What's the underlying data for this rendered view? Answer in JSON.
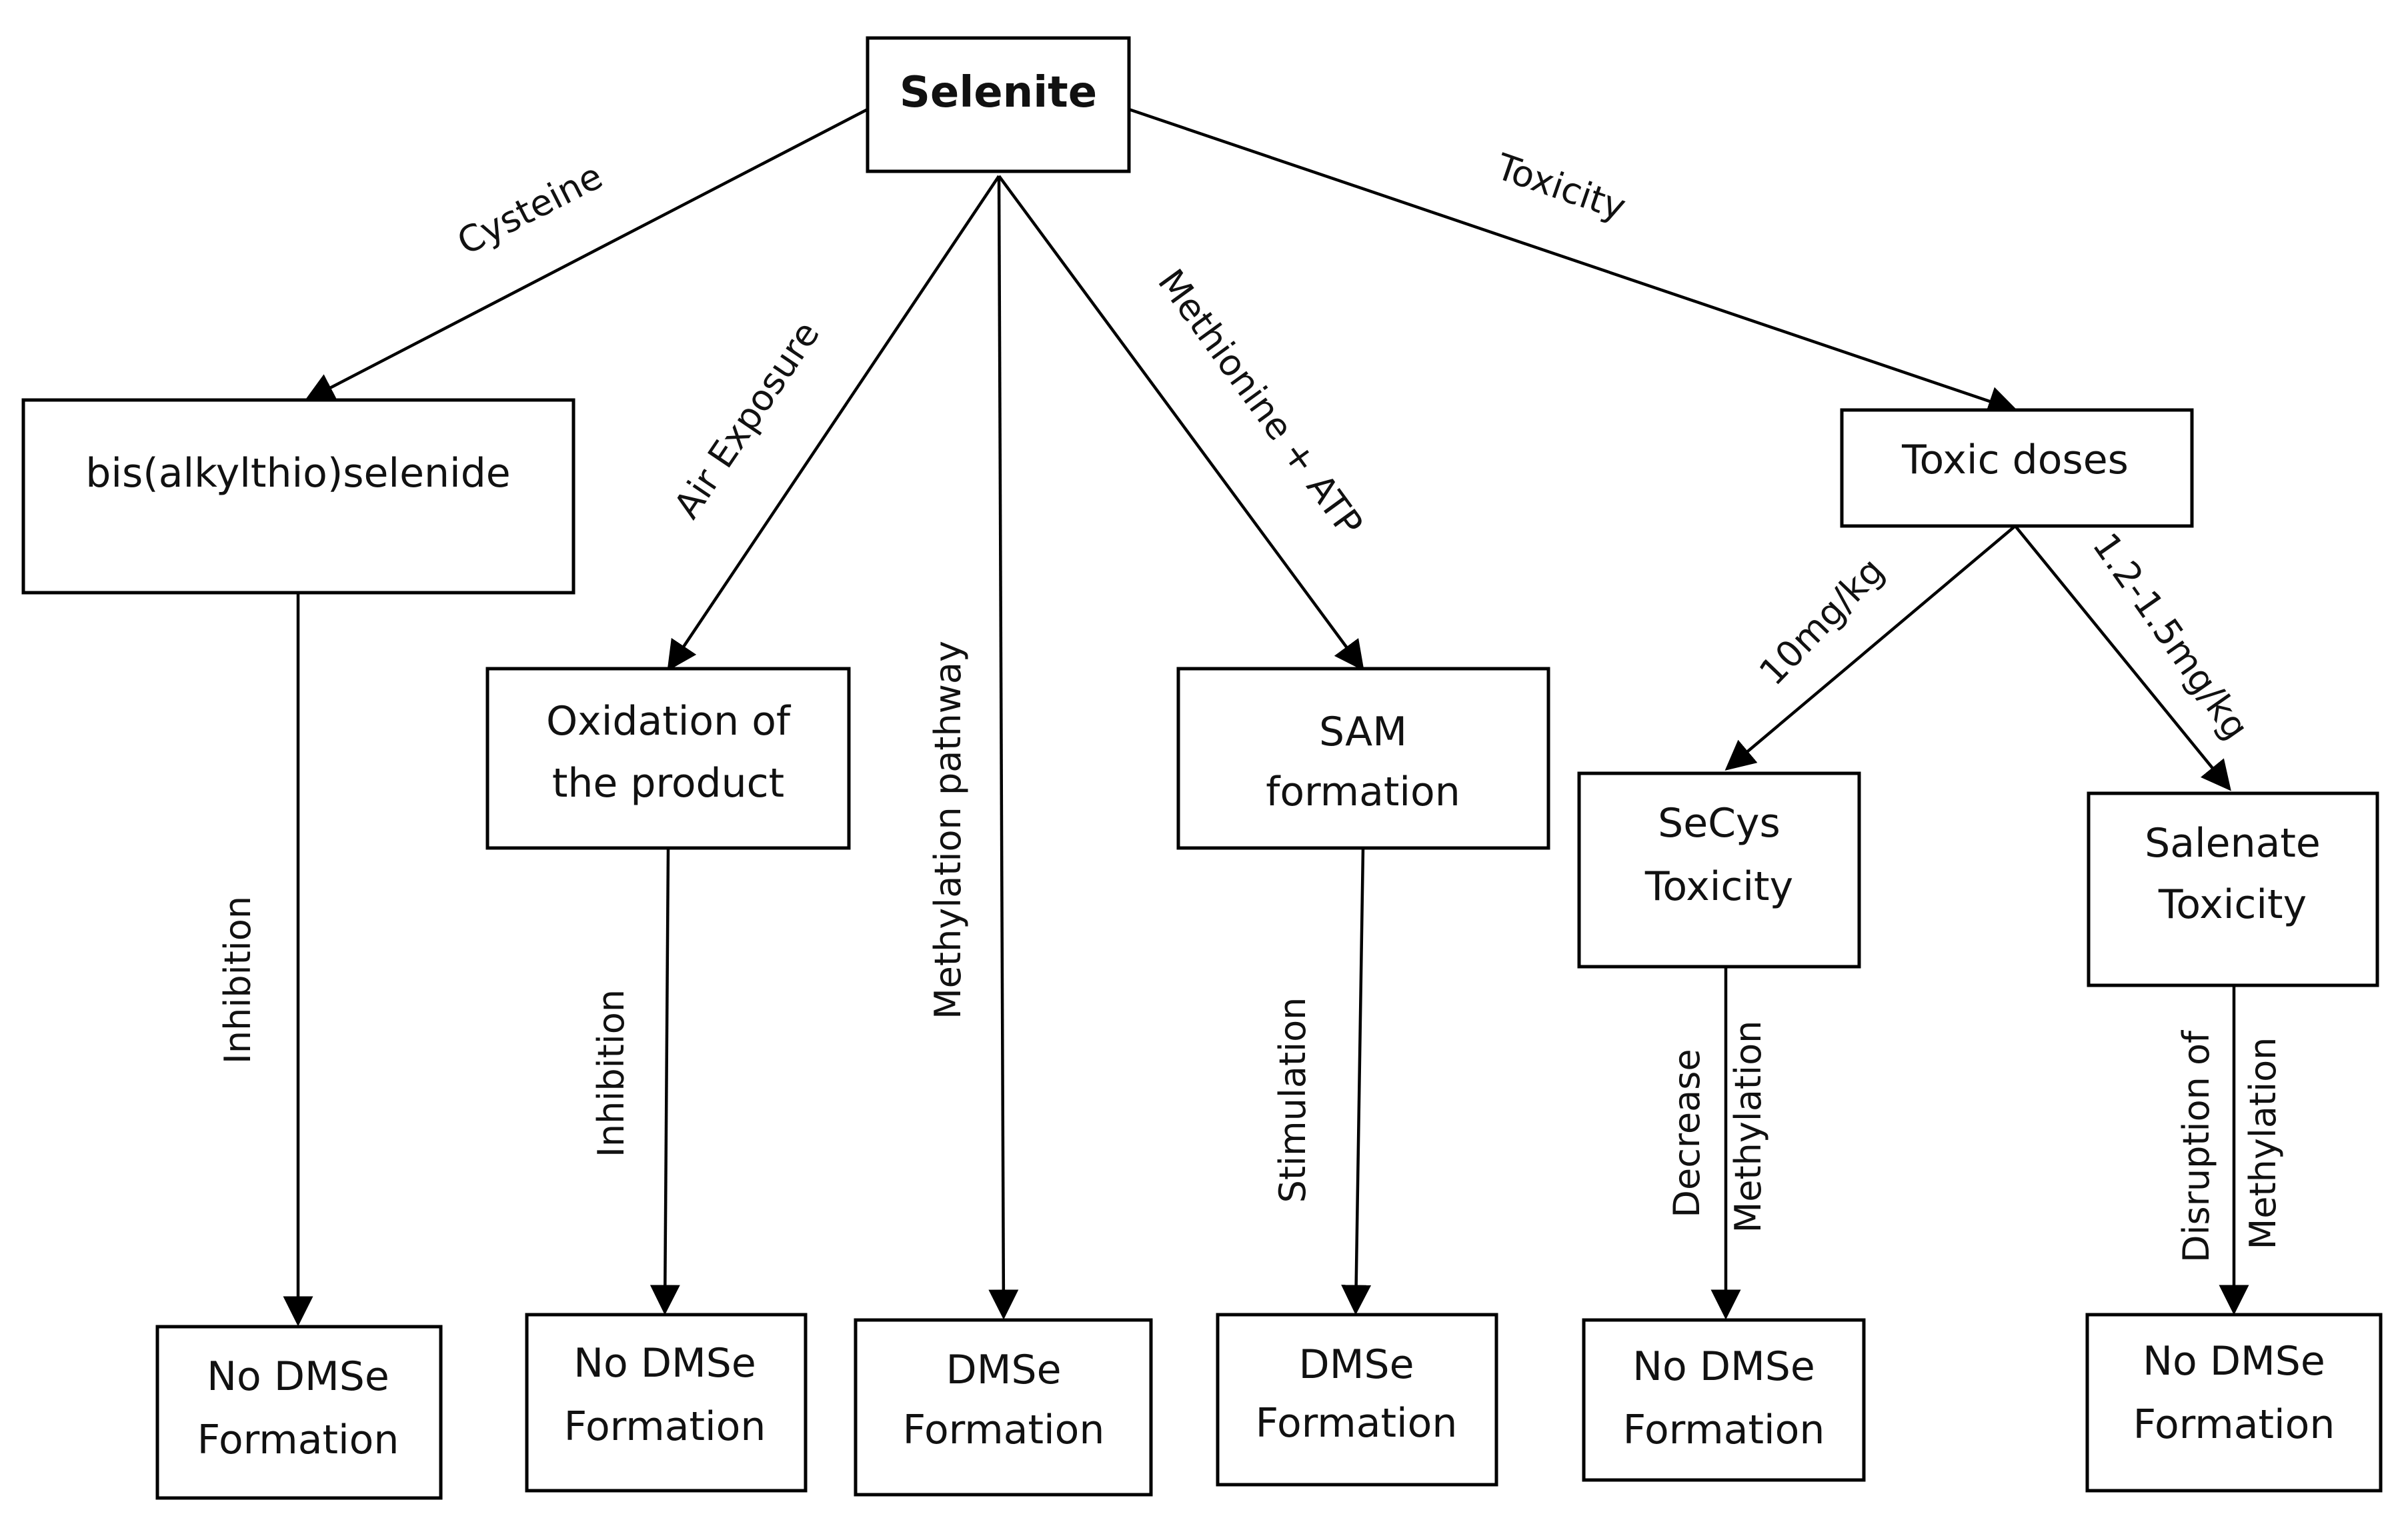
{
  "nodes": {
    "selenite": "Selenite",
    "bis": "bis(alkylthio)selenide",
    "oxidation": [
      "Oxidation of",
      "the product"
    ],
    "sam": [
      "SAM",
      "formation"
    ],
    "toxic": "Toxic doses",
    "secys": [
      "SeCys",
      "Toxicity"
    ],
    "salenate": [
      "Salenate",
      "Toxicity"
    ],
    "out1": [
      "No DMSe",
      "Formation"
    ],
    "out2": [
      "No DMSe",
      "Formation"
    ],
    "out3": [
      "DMSe",
      "Formation"
    ],
    "out4": [
      "DMSe",
      "Formation"
    ],
    "out5": [
      "No DMSe",
      "Formation"
    ],
    "out6": [
      "No DMSe",
      "Formation"
    ]
  },
  "edges": {
    "cysteine": "Cysteine",
    "air": "Air Exposure",
    "methylation_pathway": "Methylation  pathway",
    "methionine": "Methionine  + ATP",
    "toxicity": "Toxicity",
    "inhibition1": "Inhibition",
    "inhibition2": "Inhibition",
    "stimulation": "Stimulation",
    "dose10": "10mg/kg",
    "dose12": "1.2-1.5mg/kg",
    "decrease": [
      "Decrease",
      "Methylation"
    ],
    "disruption": [
      "Disruption  of",
      "Methylation"
    ]
  }
}
